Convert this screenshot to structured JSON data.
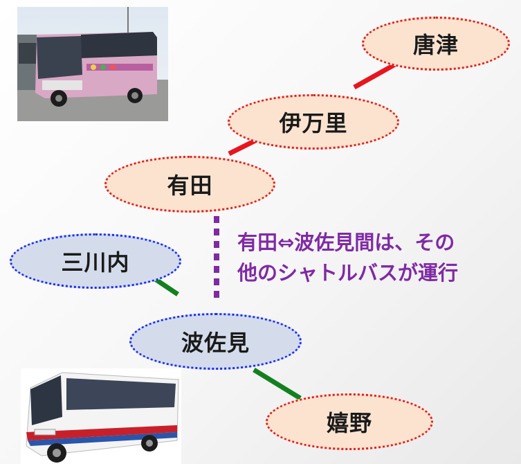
{
  "nodes": {
    "karatsu": "唐津",
    "imari": "伊万里",
    "arita": "有田",
    "mikawachi": "三川内",
    "hasami": "波佐見",
    "ureshino": "嬉野"
  },
  "note": {
    "line1": "有田⇔波佐見間は、その",
    "line2": "他のシャトルバスが運行"
  },
  "colors": {
    "pink_node_fill": "#fbe3d0",
    "pink_node_border": "#e0201f",
    "blue_node_fill": "#d4dceb",
    "blue_node_border": "#1a2ef0",
    "red_link": "#e8141e",
    "green_link": "#13801f",
    "purple_dotted_link": "#7f2aa3",
    "note_text": "#7f2aa3"
  }
}
